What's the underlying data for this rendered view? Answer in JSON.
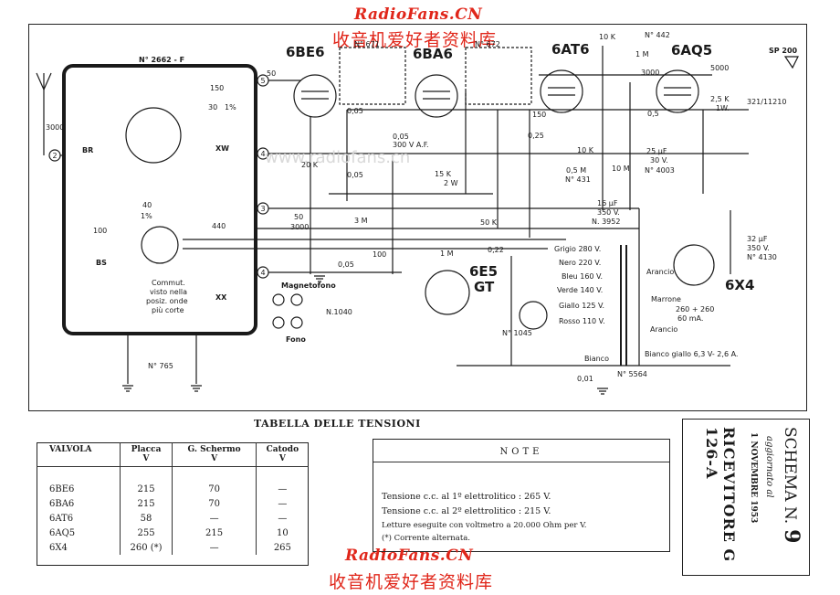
{
  "watermark": {
    "site": "RadioFans.CN",
    "cn": "收音机爱好者资料库",
    "faint": "www.radiofans.cn"
  },
  "tubes": [
    "6BE6",
    "6BA6",
    "6AT6",
    "6AQ5",
    "6E5",
    "GT",
    "6X4"
  ],
  "schematic_labels": {
    "chassis": "N° 2662 - F",
    "coil1": "N° 671",
    "coil2": "N° 672",
    "n442": "N° 442",
    "sp": "SP 200",
    "n321": "321/11210",
    "n4003": "N° 4003",
    "n431": "N° 431",
    "n3952": "N. 3952",
    "n4130": "N° 4130",
    "n1040": "N.1040",
    "n1045": "N° 1045",
    "n765": "N° 765",
    "n5564": "N° 5564",
    "br": "BR",
    "bs": "BS",
    "xw": "XW",
    "xx": "XX",
    "commut": [
      "Commut.",
      "visto nella",
      "posiz. onde",
      "più corte"
    ],
    "magnetofono": "Magnetofono",
    "fono": "Fono",
    "grigio": "Grigio 280 V.",
    "nero": "Nero 220 V.",
    "bleu": "Bleu 160 V.",
    "verde": "Verde 140 V.",
    "giallo": "Giallo 125 V.",
    "rosso": "Rosso 110 V.",
    "arancio": "Arancio",
    "marrone": "Marrone",
    "ma": "260 + 260",
    "ma2": "60 mA.",
    "bianco": "Bianco",
    "biancogiallo": "Bianco giallo 6,3 V- 2,6 A.",
    "v300af": "300 V A.F.",
    "c3000": "3000",
    "c150": "150",
    "c50": "50",
    "c5000": "5000",
    "r10k": "10 K",
    "r1m": "1 M",
    "r25k": "2,5 K",
    "r1w": "1W.",
    "c005": "0,05",
    "c025": "0,25",
    "c05": "0,5",
    "c016": "16 μF",
    "v350": "350 V.",
    "c32": "32 μF",
    "v350b": "350 V.",
    "c25": "25 μF",
    "v30": "30 V.",
    "r15k": "15 K",
    "r2w": "2 W",
    "r20k": "20 K",
    "r3m": "3 M",
    "r50k": "50 K",
    "c022": "0,22",
    "c100": "100",
    "c440": "440",
    "c40": "40",
    "c30": "30",
    "pct": "1%",
    "c001": "0,01",
    "r05m": "0,5 M",
    "r10m": "10 M"
  },
  "voltage_table": {
    "title": "TABELLA DELLE TENSIONI",
    "headers": [
      "VALVOLA",
      "Placca",
      "G. Schermo",
      "Catodo"
    ],
    "units": [
      "",
      "V",
      "V",
      "V"
    ],
    "rows": [
      [
        "6BE6",
        "215",
        "70",
        "—"
      ],
      [
        "6BA6",
        "215",
        "70",
        "—"
      ],
      [
        "6AT6",
        "58",
        "—",
        "—"
      ],
      [
        "6AQ5",
        "255",
        "215",
        "10"
      ],
      [
        "6X4",
        "260 (*)",
        "—",
        "265"
      ]
    ]
  },
  "notes": {
    "title": "NOTE",
    "line1": "Tensione c.c. al 1º elettrolitico : 265 V.",
    "line2": "Tensione c.c. al 2º elettrolitico : 215 V.",
    "line3": "Letture eseguite con voltmetro a 20.000 Ohm per V.",
    "line4": "(*) Corrente alternata."
  },
  "schema": {
    "title": "SCHEMA N.",
    "number": "9",
    "updated": "aggiornato al",
    "date": "1 NOVEMBRE 1953",
    "model": "RICEVITORE G 126-A"
  }
}
